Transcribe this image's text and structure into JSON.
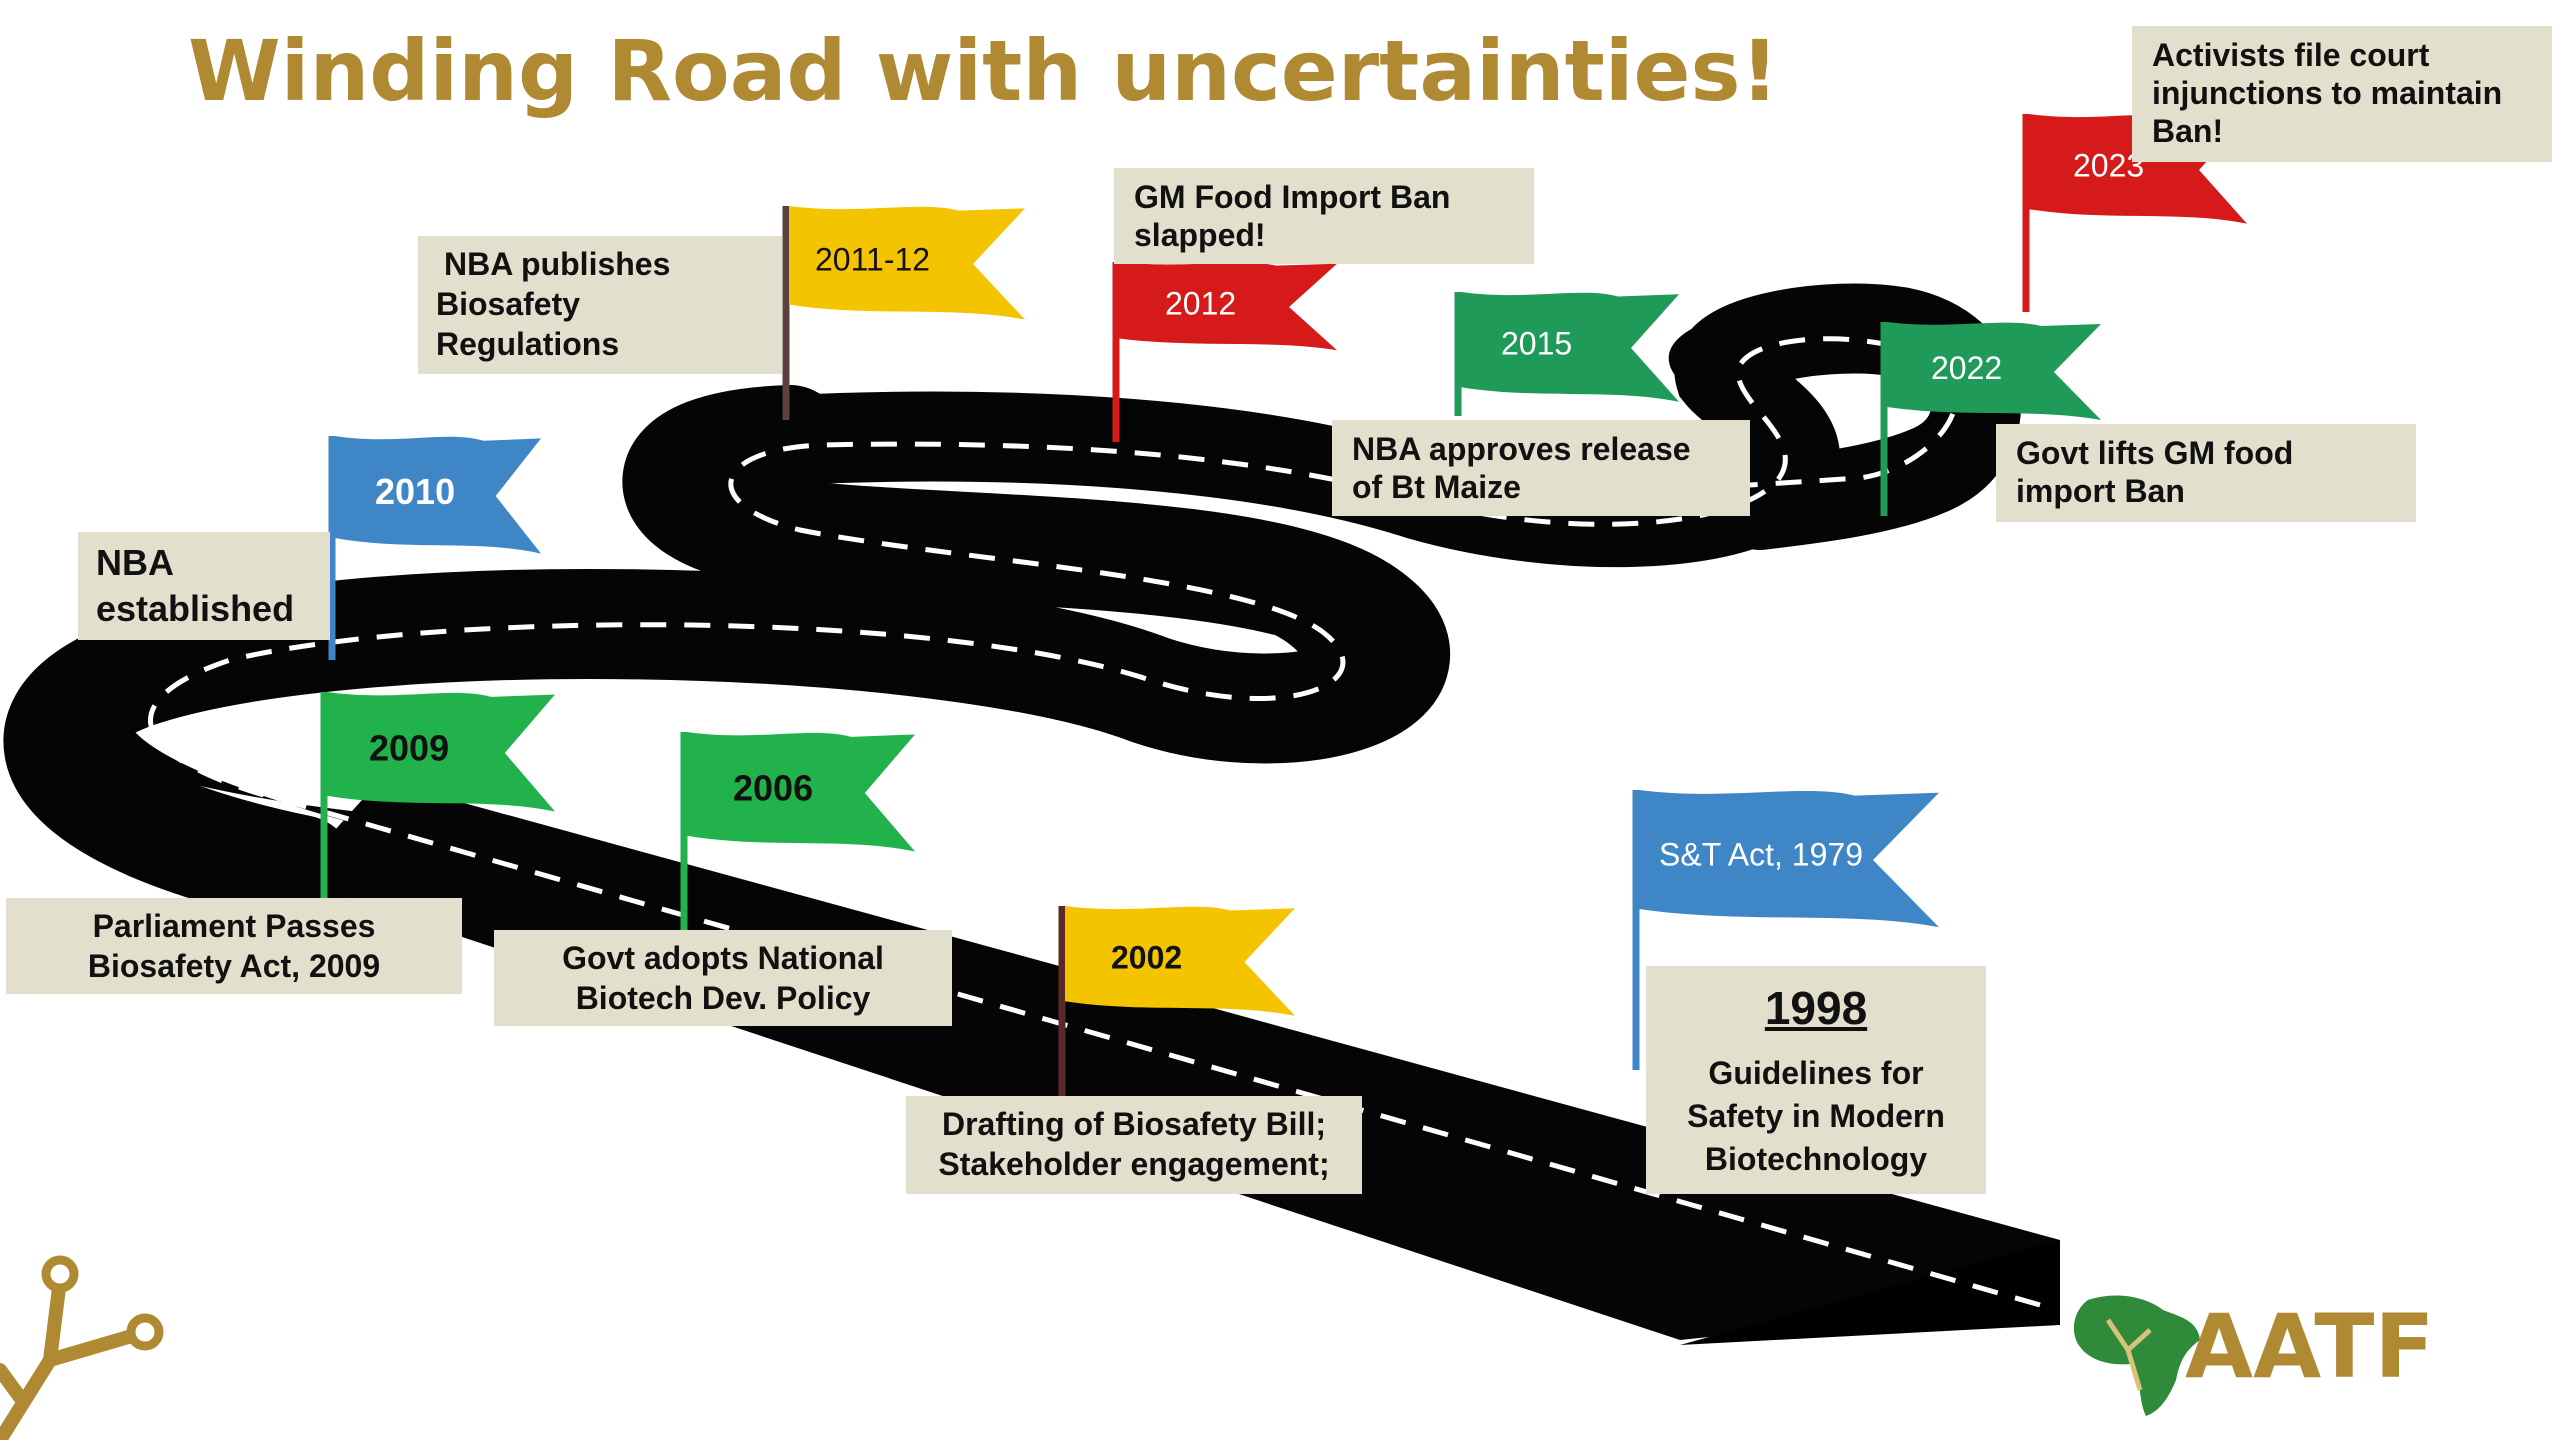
{
  "title": "Winding Road with uncertainties!",
  "milestones": [
    {
      "year": "S&T Act, 1979",
      "color": "#3f86c6",
      "lines": []
    },
    {
      "year": "1998",
      "color": "",
      "lines": [
        "Guidelines for",
        "Safety in Modern",
        "Biotechnology"
      ]
    },
    {
      "year": "2002",
      "color": "#f5c400",
      "lines": [
        "Drafting of Biosafety Bill;",
        "Stakeholder engagement;"
      ]
    },
    {
      "year": "2006",
      "color": "#22b24c",
      "lines": [
        "Govt adopts National",
        "Biotech Dev. Policy"
      ]
    },
    {
      "year": "2009",
      "color": "#22b24c",
      "lines": [
        "Parliament Passes",
        "Biosafety Act, 2009"
      ]
    },
    {
      "year": "2010",
      "color": "#3f86c6",
      "lines": [
        "NBA",
        "established"
      ]
    },
    {
      "year": "2011-12",
      "color": "#f5c400",
      "lines": [
        "NBA publishes",
        "Biosafety",
        "Regulations"
      ]
    },
    {
      "year": "2012",
      "color": "#d61a1a",
      "lines": [
        "GM Food Import Ban",
        "slapped!"
      ]
    },
    {
      "year": "2015",
      "color": "#1f9a58",
      "lines": [
        "NBA approves release",
        "of Bt Maize"
      ]
    },
    {
      "year": "2022",
      "color": "#1f9a58",
      "lines": [
        "Govt lifts GM food",
        "import Ban"
      ]
    },
    {
      "year": "2023",
      "color": "#d61a1a",
      "lines": [
        "Activists file court",
        "injunctions to maintain",
        "Ban!"
      ]
    }
  ],
  "logo": {
    "text": "AATF",
    "color": "#b08a33"
  }
}
